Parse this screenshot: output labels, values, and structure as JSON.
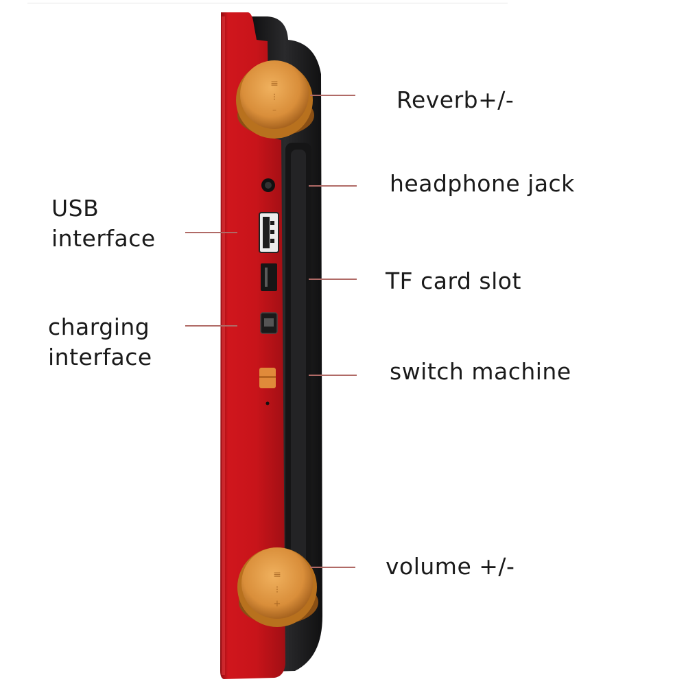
{
  "labels": {
    "reverb": "Reverb+/-",
    "headphone": "headphone jack",
    "usb": "USB\ninterface",
    "tf": "TF card slot",
    "charging": "charging\ninterface",
    "switch": "switch machine",
    "volume": "volume +/-"
  },
  "colors": {
    "body_red": "#c8141a",
    "body_dark": "#1c1c1e",
    "knob_gold": "#d9913e",
    "leader": "#b06a66"
  },
  "icons": [
    "knob-top",
    "headphone-port",
    "usb-port",
    "tf-slot",
    "mini-usb-port",
    "power-switch",
    "knob-bottom"
  ]
}
